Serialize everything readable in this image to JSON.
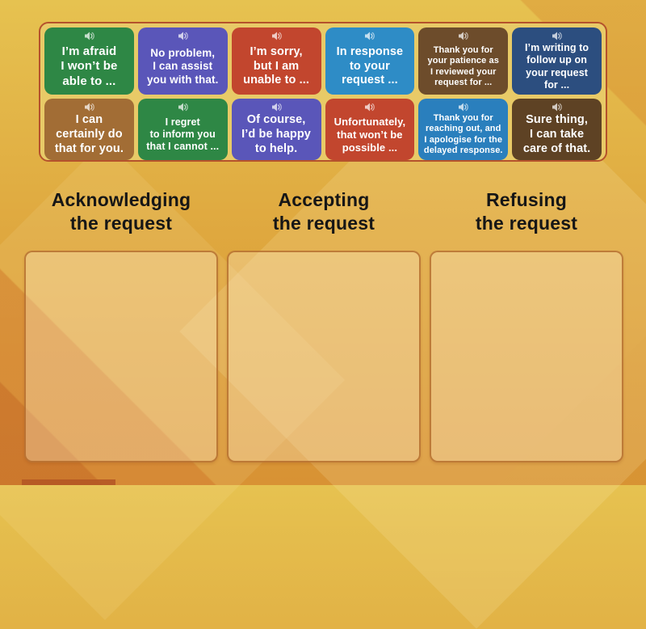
{
  "theme": {
    "bg-top": "#e6c250",
    "bg-mid": "#dfa83f",
    "bg-bottom": "#d89234",
    "panel-bg": "#e8ca67",
    "panel-border": "#b5522c",
    "zone-bg": "rgba(255,240,205,0.33)",
    "zone-border": "rgba(173,99,35,0.75)",
    "header-color": "#161616"
  },
  "icons": {
    "card_audio": "speaker-icon"
  },
  "cards": [
    {
      "text": "I’m afraid\nI won’t be\nable to ...",
      "color": "#2e8745"
    },
    {
      "text": "No problem,\nI can assist\nyou with that.",
      "color": "#5a56b9"
    },
    {
      "text": "I’m sorry,\nbut I am\nunable to ...",
      "color": "#c2462e"
    },
    {
      "text": "In response\nto your\nrequest ...",
      "color": "#2e8cc6"
    },
    {
      "text": "Thank you for\nyour patience as\nI reviewed your\nrequest for ...",
      "color": "#6d4c2b"
    },
    {
      "text": "I’m writing to\nfollow up on\nyour request\nfor ...",
      "color": "#2c4e7f"
    },
    {
      "text": "I can\ncertainly do\nthat for you.",
      "color": "#a26d35"
    },
    {
      "text": "I regret\nto inform you\nthat I cannot ...",
      "color": "#2e8745"
    },
    {
      "text": "Of course,\nI’d be happy\nto help.",
      "color": "#5a56b9"
    },
    {
      "text": "Unfortunately,\nthat won’t be\npossible ...",
      "color": "#c2462e"
    },
    {
      "text": "Thank you for\nreaching out, and\nI apologise for the\ndelayed response.",
      "color": "#2a7fbd"
    },
    {
      "text": "Sure thing,\nI can take\ncare of that.",
      "color": "#5e4224"
    }
  ],
  "categories": [
    {
      "label": "Acknowledging\nthe request"
    },
    {
      "label": "Accepting\nthe request"
    },
    {
      "label": "Refusing\nthe request"
    }
  ]
}
